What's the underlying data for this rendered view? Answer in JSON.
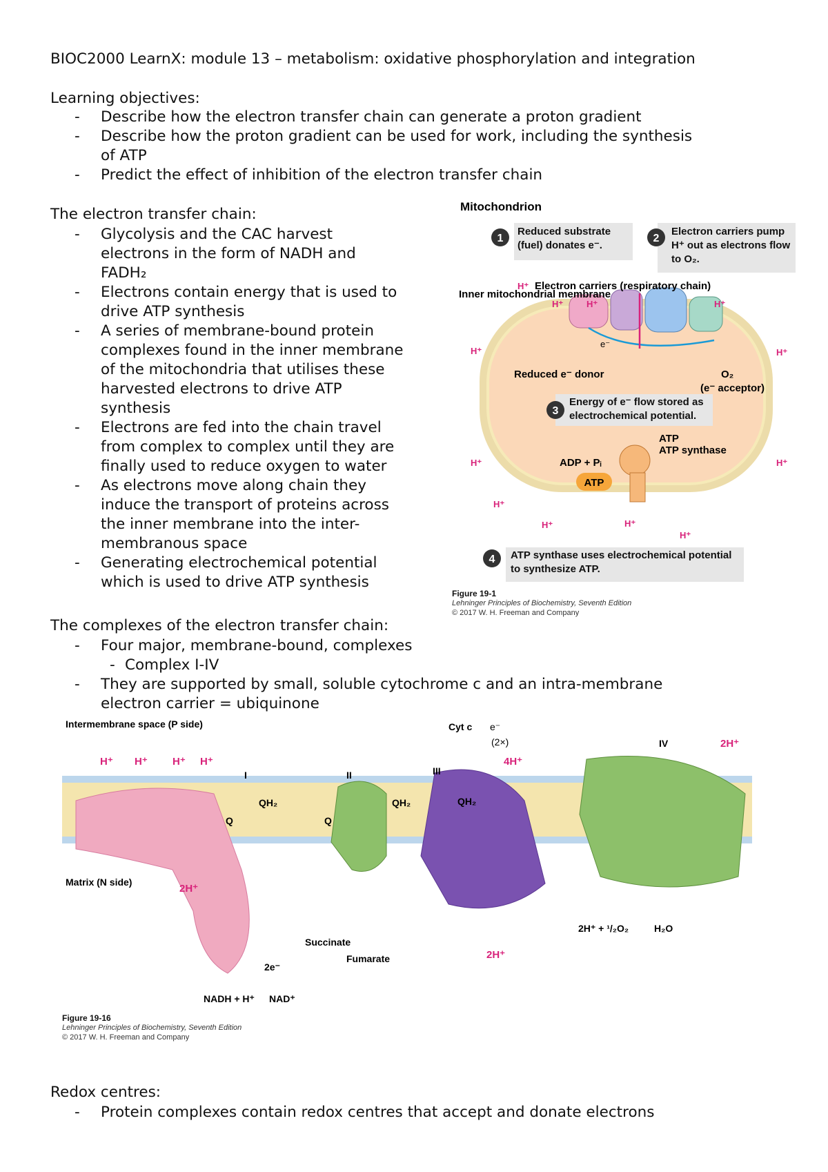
{
  "title": "BIOC2000 LearnX: module 13 – metabolism: oxidative phosphorylation and integration",
  "objectives": {
    "heading": "Learning objectives:",
    "items": [
      "Describe how the electron transfer chain can generate a proton gradient",
      "Describe how the proton gradient can be used for work, including the synthesis",
      "of ATP",
      "Predict the effect of inhibition of the electron transfer chain"
    ]
  },
  "etc": {
    "heading": "The electron transfer chain:",
    "lines": [
      "Glycolysis and the CAC harvest",
      "electrons in the form of NADH and",
      "FADH₂",
      "Electrons contain energy that is used to",
      "drive ATP synthesis",
      "A series of membrane-bound protein",
      "complexes found in the inner membrane",
      "of the mitochondria that utilises these",
      "harvested electrons to drive ATP",
      "synthesis",
      "Electrons are fed into the chain travel",
      "from complex to complex until they are",
      "finally used to reduce oxygen to water",
      "As electrons move along chain they",
      "induce the transport of proteins across",
      "the inner membrane into the inter-",
      "membranous space",
      "Generating electrochemical potential",
      "which is used to drive ATP synthesis"
    ]
  },
  "complexes": {
    "heading": "The complexes of the electron transfer chain:",
    "lines": [
      "Four major, membrane-bound, complexes",
      "Complex I-IV",
      "They are supported by small, soluble cytochrome c and an intra-membrane",
      "electron carrier = ubiquinone"
    ]
  },
  "redox": {
    "heading": "Redox centres:",
    "items": [
      "Protein complexes contain redox centres that accept and donate electrons"
    ]
  },
  "fig1": {
    "title": "Mitochondrion",
    "step1": "Reduced substrate (fuel) donates e⁻.",
    "step2": "Electron carriers pump H⁺ out as electrons flow to O₂.",
    "step3": "Energy of e⁻ flow stored as electrochemical potential.",
    "step4": "ATP synthase uses electrochemical potential to synthesize ATP.",
    "inner_membrane": "Inner mitochondrial membrane",
    "carriers": "Electron carriers (respiratory chain)",
    "reduced_donor": "Reduced e⁻ donor",
    "o2": "O₂",
    "acceptor": "(e⁻ acceptor)",
    "adp": "ADP + Pᵢ",
    "atp": "ATP",
    "synthase": "ATP synthase",
    "e": "e⁻",
    "hplus": "H⁺",
    "caption_title": "Figure 19-1",
    "caption_book": "Lehninger Principles of Biochemistry, Seventh Edition",
    "caption_copy": "© 2017 W. H. Freeman and Company"
  },
  "fig2": {
    "ims": "Intermembrane space (P side)",
    "matrix": "Matrix (N side)",
    "I": "I",
    "II": "II",
    "III": "III",
    "IV": "IV",
    "cytc": "Cyt c",
    "e": "e⁻",
    "two_x": "(2×)",
    "hplus": "H⁺",
    "h2": "2H⁺",
    "h4": "4H⁺",
    "q": "Q",
    "qh2": "QH₂",
    "succinate": "Succinate",
    "fumarate": "Fumarate",
    "nadh": "NADH + H⁺",
    "nad": "NAD⁺",
    "two_e": "2e⁻",
    "o2": "2H⁺ + ¹/₂O₂",
    "h2o": "H₂O",
    "caption_title": "Figure 19-16",
    "caption_book": "Lehninger Principles of Biochemistry, Seventh Edition",
    "caption_copy": "© 2017 W. H. Freeman and Company"
  }
}
